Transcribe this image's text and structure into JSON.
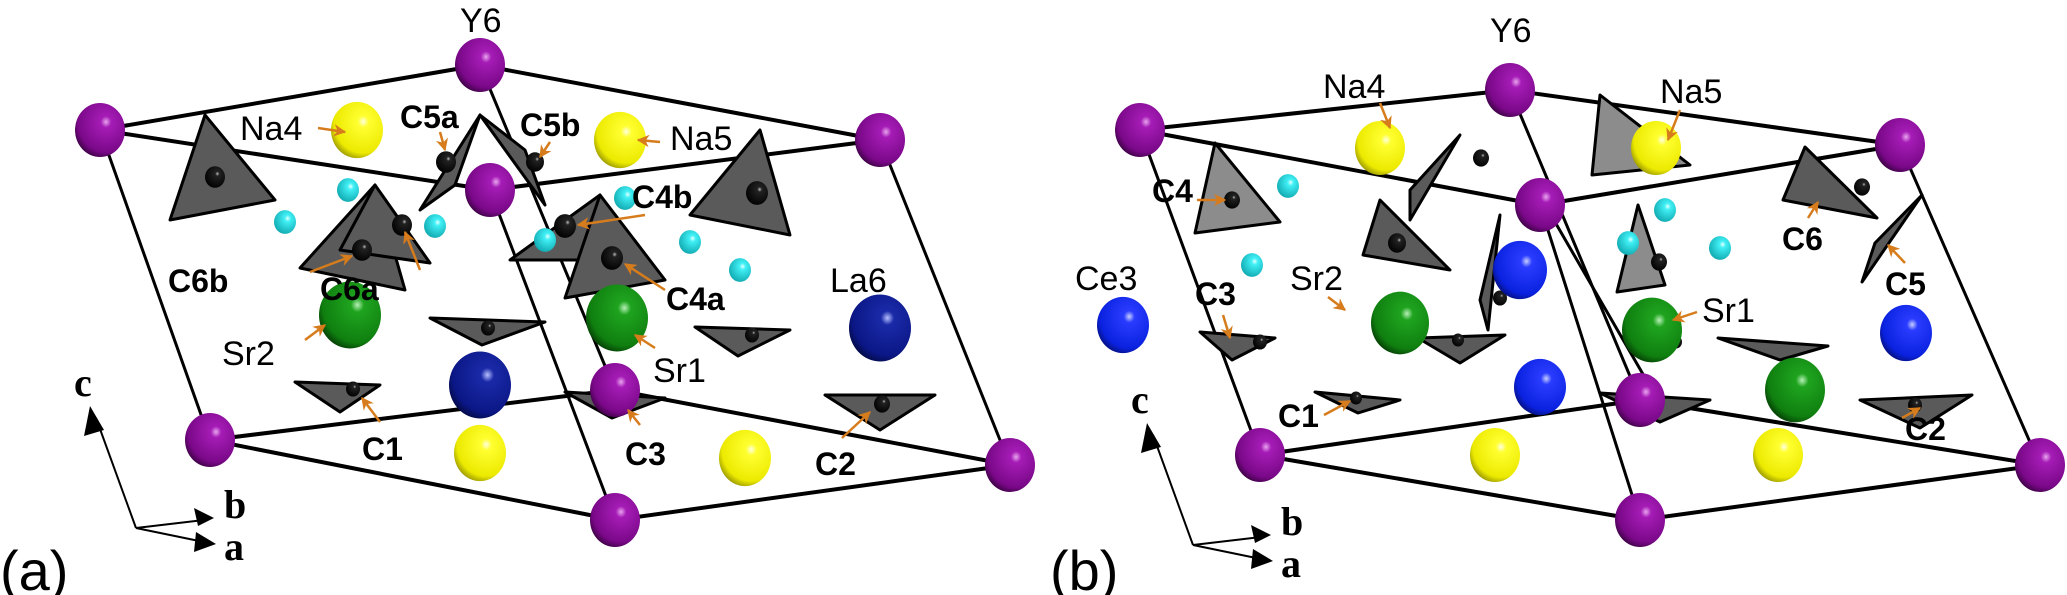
{
  "figure": {
    "panels": [
      {
        "id": "a",
        "panel_label": "(a)",
        "axes": {
          "c": "c",
          "b": "b",
          "a": "a"
        },
        "atom_labels": [
          {
            "text": "Y6",
            "weight": "normal",
            "element": "Y"
          },
          {
            "text": "Na4",
            "weight": "normal",
            "element": "Na"
          },
          {
            "text": "C5a",
            "weight": "bold",
            "element": "C"
          },
          {
            "text": "C5b",
            "weight": "bold",
            "element": "C"
          },
          {
            "text": "Na5",
            "weight": "normal",
            "element": "Na"
          },
          {
            "text": "C4b",
            "weight": "bold",
            "element": "C"
          },
          {
            "text": "C6b",
            "weight": "bold",
            "element": "C"
          },
          {
            "text": "C6a",
            "weight": "bold",
            "element": "C"
          },
          {
            "text": "C4a",
            "weight": "bold",
            "element": "C"
          },
          {
            "text": "La6",
            "weight": "normal",
            "element": "La"
          },
          {
            "text": "Sr2",
            "weight": "normal",
            "element": "Sr"
          },
          {
            "text": "Sr1",
            "weight": "normal",
            "element": "Sr"
          },
          {
            "text": "C1",
            "weight": "bold",
            "element": "C"
          },
          {
            "text": "C3",
            "weight": "bold",
            "element": "C"
          },
          {
            "text": "C2",
            "weight": "bold",
            "element": "C"
          }
        ]
      },
      {
        "id": "b",
        "panel_label": "(b)",
        "axes": {
          "c": "c",
          "b": "b",
          "a": "a"
        },
        "atom_labels": [
          {
            "text": "Y6",
            "weight": "normal",
            "element": "Y"
          },
          {
            "text": "Na4",
            "weight": "normal",
            "element": "Na"
          },
          {
            "text": "Na5",
            "weight": "normal",
            "element": "Na"
          },
          {
            "text": "C4",
            "weight": "bold",
            "element": "C"
          },
          {
            "text": "C6",
            "weight": "bold",
            "element": "C"
          },
          {
            "text": "Ce3",
            "weight": "normal",
            "element": "Ce"
          },
          {
            "text": "Sr2",
            "weight": "normal",
            "element": "Sr"
          },
          {
            "text": "C3",
            "weight": "bold",
            "element": "C"
          },
          {
            "text": "Sr1",
            "weight": "normal",
            "element": "Sr"
          },
          {
            "text": "C5",
            "weight": "bold",
            "element": "C"
          },
          {
            "text": "C1",
            "weight": "bold",
            "element": "C"
          },
          {
            "text": "C2",
            "weight": "bold",
            "element": "C"
          }
        ]
      }
    ],
    "element_colors": {
      "Y": "#8b0a9a",
      "Na": "#f2f000",
      "Sr": "#138a13",
      "La": "#0c1a8c",
      "Ce": "#0a22e6",
      "C": "#000000",
      "O": "#22e0e6",
      "triangle_dark": "#5a5a5a",
      "triangle_light": "#8c8c8c",
      "pointer_arrow": "#d67c1c",
      "cell_edge": "#000000"
    }
  }
}
